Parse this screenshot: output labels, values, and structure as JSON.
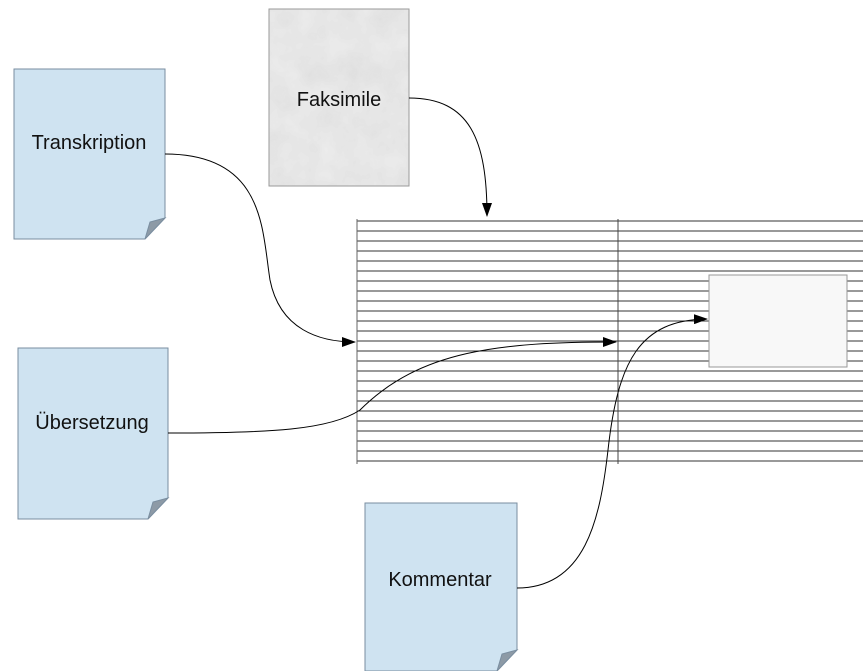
{
  "documents": {
    "transkription": {
      "label": "Transkription"
    },
    "faksimile": {
      "label": "Faksimile"
    },
    "uebersetzung": {
      "label": "Übersetzung"
    },
    "kommentar": {
      "label": "Kommentar"
    }
  },
  "colors": {
    "document_fill": "#cfe3f1",
    "document_stroke": "#7a8ea0",
    "fold_fill": "#8d9aa6",
    "facsimile_fill": "#d9d9d9",
    "page_lines": "#333333",
    "connector": "#000000",
    "background": "#ffffff"
  }
}
